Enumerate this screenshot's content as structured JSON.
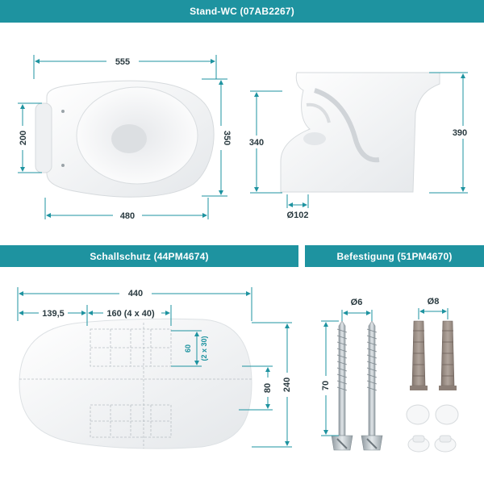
{
  "headers": {
    "top": "Stand-WC (07AB2267)",
    "left": "Schallschutz (44PM4674)",
    "right": "Befestigung (51PM4670)"
  },
  "wc_top_view": {
    "length": "555",
    "width": "200",
    "depth": "350",
    "base": "480"
  },
  "wc_side_view": {
    "height_front": "340",
    "height_back": "390",
    "outlet": "Ø102"
  },
  "pad": {
    "width": "440",
    "offset": "139,5",
    "grid": "160 (4 x 40)",
    "grid_height_line1": "60",
    "grid_height_line2": "(2 x 30)",
    "half_height": "80",
    "height": "240"
  },
  "fixings": {
    "screw_diameter": "Ø6",
    "screw_length": "70",
    "dowel_diameter": "Ø8"
  },
  "colors": {
    "accent": "#1e93a0",
    "ceramic": "#f2f3f5",
    "dowel": "#9b8e86",
    "screw": "#b9c2c8"
  }
}
